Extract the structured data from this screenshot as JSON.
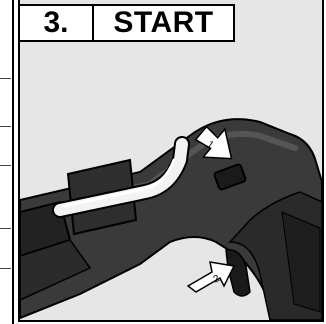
{
  "step": {
    "number": "3.",
    "title": "START"
  },
  "callouts": [
    {
      "label": "1",
      "target": "trigger-button"
    },
    {
      "label": "2",
      "target": "grip-trigger"
    }
  ],
  "colors": {
    "background": "#e6e6e6",
    "tool_body": "#3a3a3a",
    "tool_dark": "#1e1e1e",
    "glue_stick": "#f2f2f2",
    "outline": "#000000"
  }
}
